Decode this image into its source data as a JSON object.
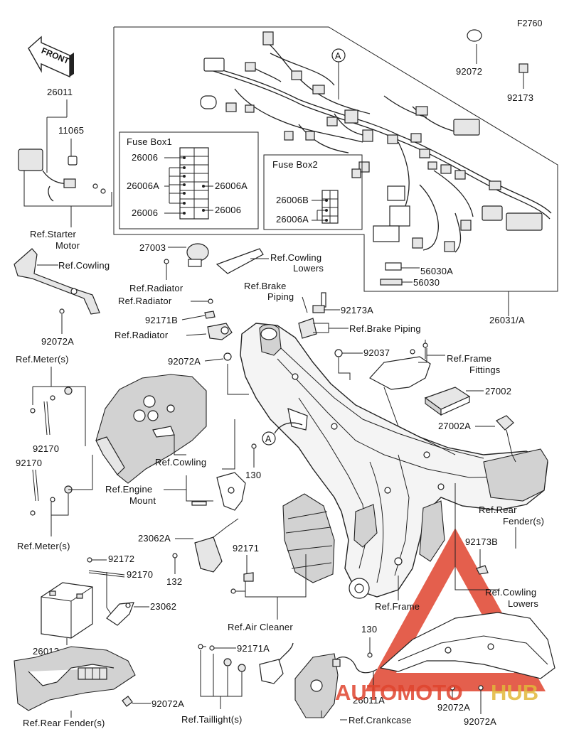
{
  "diagram_code": "F2760",
  "front_label": "FRONT",
  "fuse_box_1": {
    "title": "Fuse Box1",
    "left_labels": [
      "26006",
      "26006A",
      "26006"
    ],
    "right_labels": [
      "26006A",
      "26006"
    ]
  },
  "fuse_box_2": {
    "title": "Fuse Box2",
    "labels": [
      "26006B",
      "26006A"
    ]
  },
  "callout_marker": "A",
  "labels": {
    "p26011": "26011",
    "p11065": "11065",
    "ref_starter_motor_1": "Ref.Starter",
    "ref_starter_motor_2": "Motor",
    "ref_cowling_top": "Ref.Cowling",
    "p92072A_left": "92072A",
    "p27003": "27003",
    "ref_radiator_1": "Ref.Radiator",
    "ref_radiator_2": "Ref.Radiator",
    "p92171B": "92171B",
    "ref_radiator_3": "Ref.Radiator",
    "ref_cowling_lowers_top_1": "Ref.Cowling",
    "ref_cowling_lowers_top_2": "Lowers",
    "ref_brake_piping_top_1": "Ref.Brake",
    "ref_brake_piping_top_2": "Piping",
    "p92173A": "92173A",
    "ref_brake_piping": "Ref.Brake Piping",
    "p92072A_mid": "92072A",
    "p92037": "92037",
    "ref_frame_fittings_1": "Ref.Frame",
    "ref_frame_fittings_2": "Fittings",
    "p27002": "27002",
    "p27002A": "27002A",
    "p92072": "92072",
    "p92173": "92173",
    "p56030A": "56030A",
    "p56030": "56030",
    "p26031A": "26031/A",
    "ref_meters_top": "Ref.Meter(s)",
    "p92170_a": "92170",
    "p92170_b": "92170",
    "ref_meters_bottom": "Ref.Meter(s)",
    "ref_cowling_mid": "Ref.Cowling",
    "ref_engine_mount_1": "Ref.Engine",
    "ref_engine_mount_2": "Mount",
    "p130_mid": "130",
    "p23062A": "23062A",
    "p132": "132",
    "p92171": "92171",
    "p92172": "92172",
    "p92170_c": "92170",
    "p23062": "23062",
    "p26012": "26012",
    "p92072A_bl": "92072A",
    "ref_rear_fender_bottom": "Ref.Rear Fender(s)",
    "ref_air_cleaner": "Ref.Air Cleaner",
    "ref_frame": "Ref.Frame",
    "ref_rear_fender_right_1": "Ref.Rear",
    "ref_rear_fender_right_2": "Fender(s)",
    "p92173B": "92173B",
    "ref_cowling_lowers_right_1": "Ref.Cowling",
    "ref_cowling_lowers_right_2": "Lowers",
    "p130_br": "130",
    "p92171A": "92171A",
    "ref_taillights": "Ref.Taillight(s)",
    "p26011A": "26011A",
    "ref_crankcase": "Ref.Crankcase",
    "p92072A_br1": "92072A",
    "p92072A_br2": "92072A"
  },
  "watermark": {
    "text_red": "AUTOMOTO",
    "text_gold": "HUB",
    "red": "#e0442e",
    "gold": "#e2b83a"
  }
}
